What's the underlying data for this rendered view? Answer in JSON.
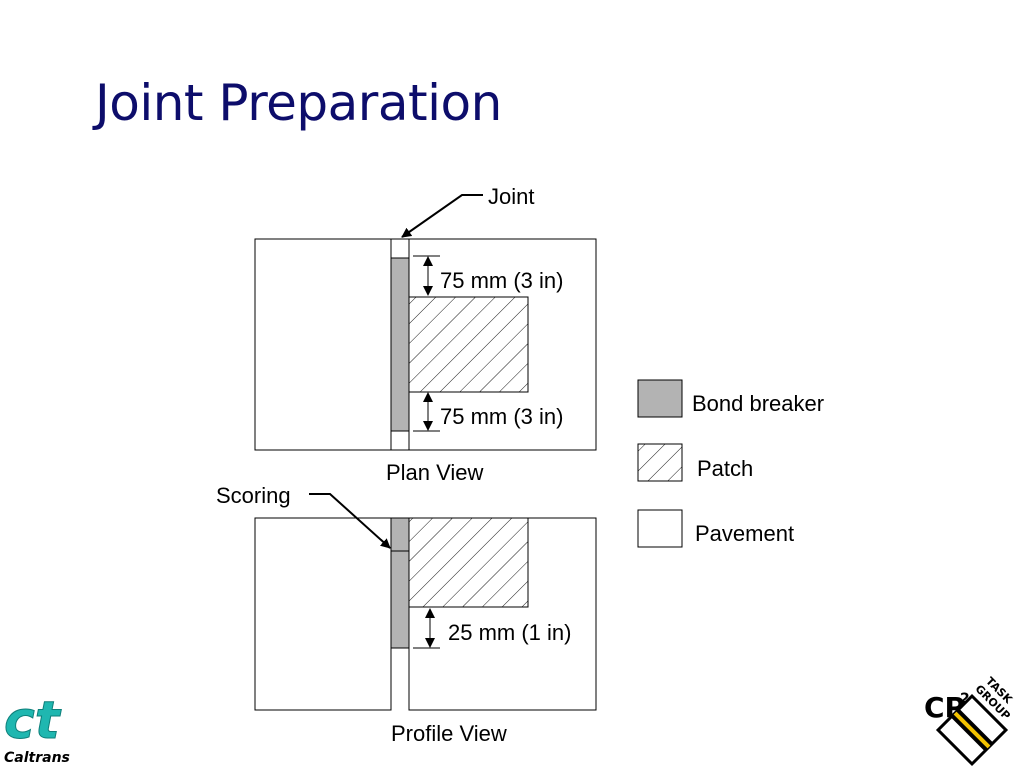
{
  "slide": {
    "title": "Joint Preparation"
  },
  "labels": {
    "joint": "Joint",
    "scoring": "Scoring",
    "plan_view": "Plan View",
    "profile_view": "Profile View",
    "dim_top": "75 mm (3 in)",
    "dim_bottom": "75 mm (3 in)",
    "dim_profile": "25 mm (1 in)"
  },
  "legend": {
    "items": [
      {
        "key": "bond_breaker",
        "label": "Bond breaker",
        "fill": "#b3b3b3"
      },
      {
        "key": "patch",
        "label": "Patch",
        "fill": "hatch"
      },
      {
        "key": "pavement",
        "label": "Pavement",
        "fill": "#ffffff"
      }
    ]
  },
  "logos": {
    "caltrans": {
      "mark": "ct",
      "wordmark": "Caltrans",
      "color": "#1fb7b0"
    },
    "cp2": {
      "mark": "CP",
      "superscript": "2",
      "group": "TASK GROUP"
    }
  },
  "colors": {
    "title": "#0d0d6b",
    "bond_breaker": "#b3b3b3",
    "outline": "#000000"
  }
}
